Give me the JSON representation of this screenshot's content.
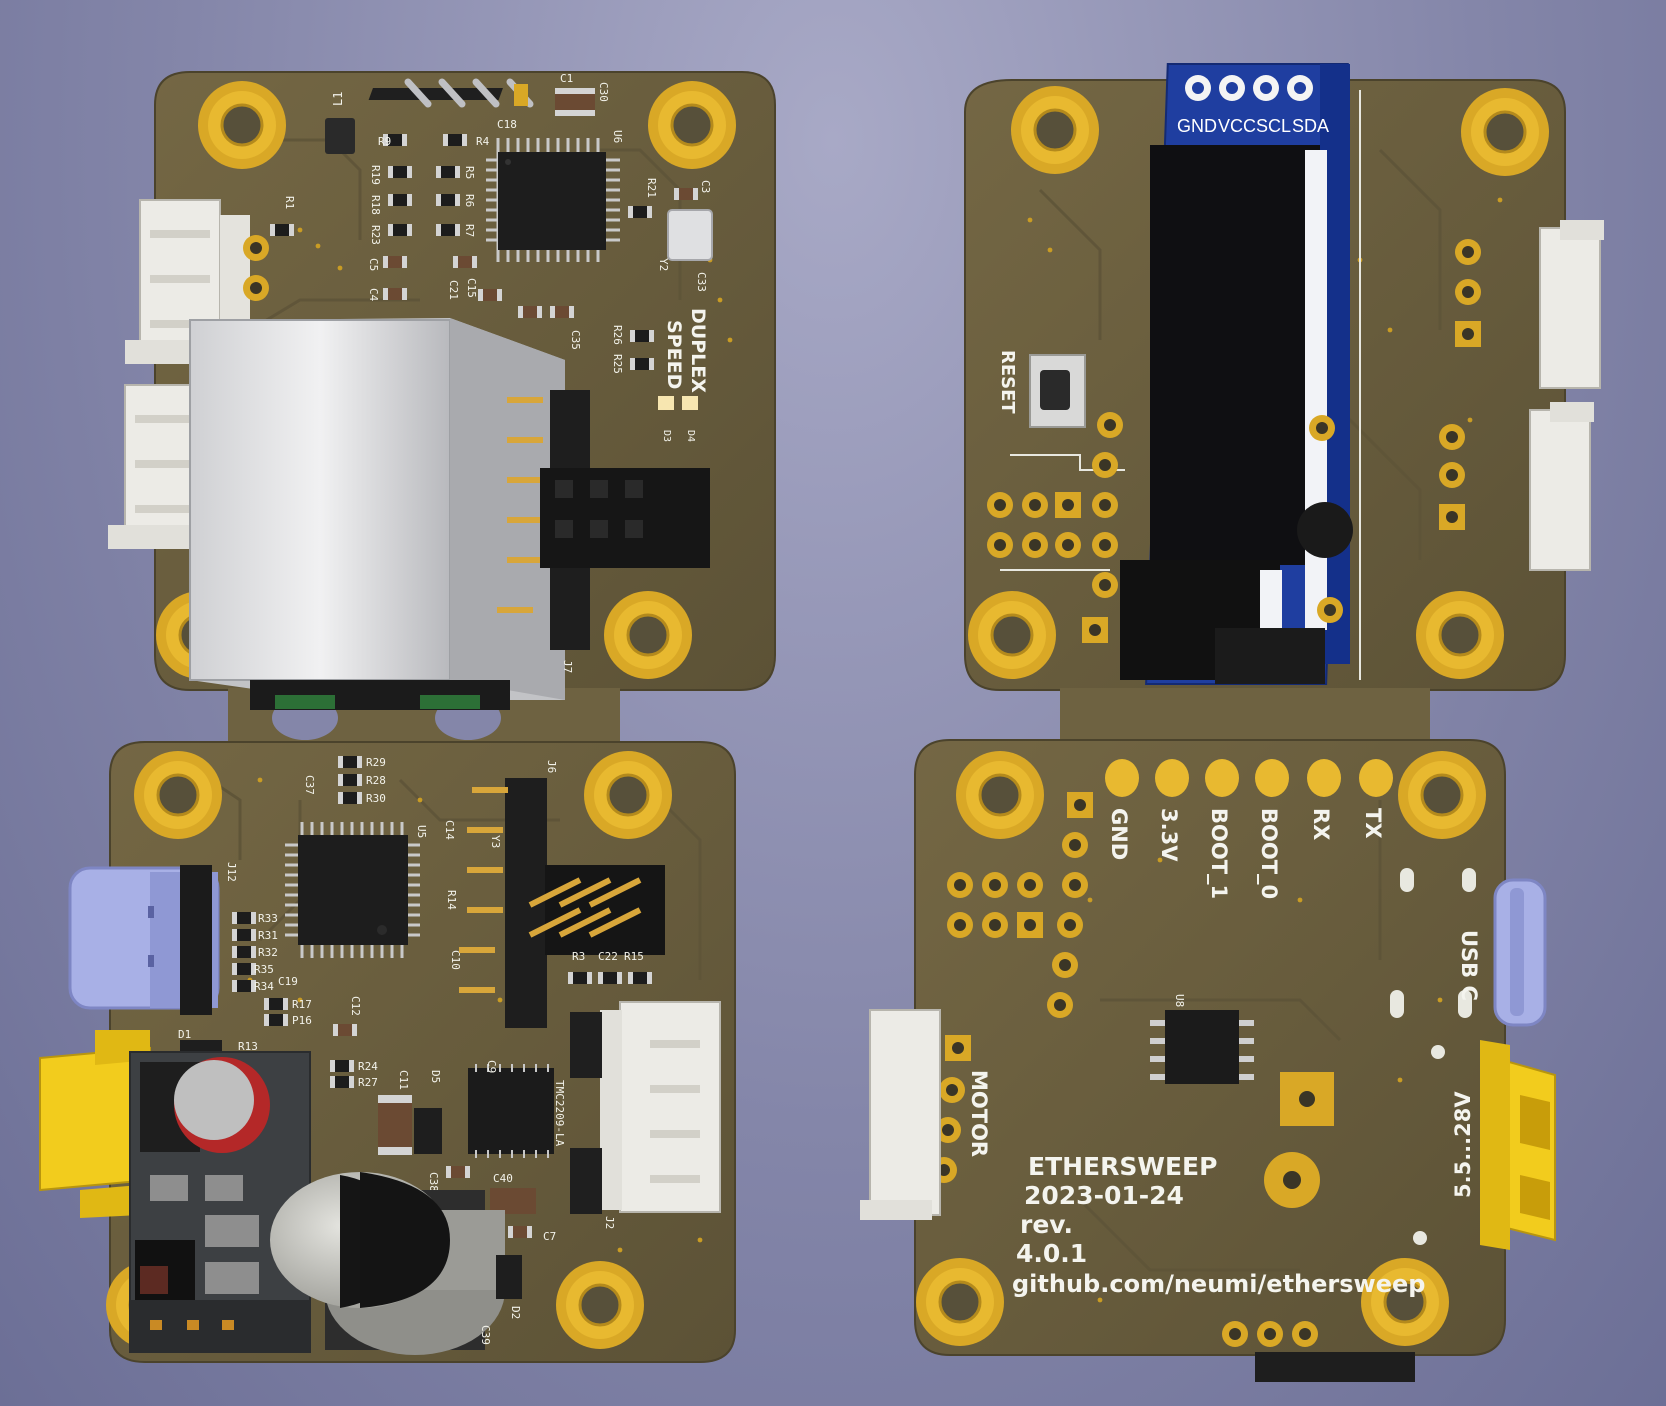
{
  "scene": {
    "description_free": true,
    "colors": {
      "background": "#8486a9",
      "pcb": "#6b5f3f",
      "gold": "#d9a826",
      "silkscreen": "#f2f2ea",
      "oled_blue": "#1f3ea0",
      "connector_white": "#ecebe6",
      "xt30_yellow": "#f2cc1d",
      "usb_c": "#a8b0e6"
    }
  },
  "front": {
    "refs": {
      "l1": "L1",
      "c1": "C1",
      "c30": "C30",
      "r9": "R9",
      "r4": "R4",
      "c18": "C18",
      "u6": "U6",
      "r19": "R19",
      "r18": "R18",
      "r5": "R5",
      "r6": "R6",
      "r23": "R23",
      "r7": "R7",
      "c5": "C5",
      "c4": "C4",
      "r1": "R1",
      "r21": "R21",
      "c3": "C3",
      "y2": "Y2",
      "c33": "C33",
      "c21": "C21",
      "c15": "C15",
      "r26": "R26",
      "r25": "R25",
      "c35": "C35",
      "d3": "D3",
      "d4": "D4",
      "j7": "J7",
      "r29": "R29",
      "r28": "R28",
      "r30": "R30",
      "c37": "C37",
      "j6": "J6",
      "u5": "U5",
      "c14": "C14",
      "y3": "Y3",
      "j12": "J12",
      "r33": "R33",
      "r31": "R31",
      "r32": "R32",
      "r35": "R35",
      "r34": "R34",
      "c19": "C19",
      "r17": "R17",
      "r16": "P16",
      "c12": "C12",
      "r14": "R14",
      "c10": "C10",
      "r3": "R3",
      "c22": "C22",
      "r15": "R15",
      "d1": "D1",
      "r13": "R13",
      "r24": "R24",
      "r27": "R27",
      "c11": "C11",
      "d5": "D5",
      "c9": "C9",
      "c38": "C38",
      "c40": "C40",
      "c7": "C7",
      "c39": "C39",
      "d2": "D2",
      "tmc": "TMC2209-LA",
      "j2": "J2"
    },
    "labels": {
      "speed": "SPEED",
      "duplex": "DUPLEX"
    }
  },
  "back": {
    "oled_pins": [
      "GND",
      "VCC",
      "SCL",
      "SDA"
    ],
    "reset": "RESET",
    "uart_pins": [
      "GND",
      "3.3V",
      "BOOT_1",
      "BOOT_0",
      "RX",
      "TX"
    ],
    "usb_label": "USB C",
    "motor_label": "MOTOR",
    "voltage_label": "5.5...28V",
    "u_ref": "U8",
    "info": {
      "name": "ETHERSWEEP",
      "date": "2023-01-24",
      "rev_label": "rev.",
      "rev": "4.0.1",
      "url": "github.com/neumi/ethersweep"
    }
  }
}
